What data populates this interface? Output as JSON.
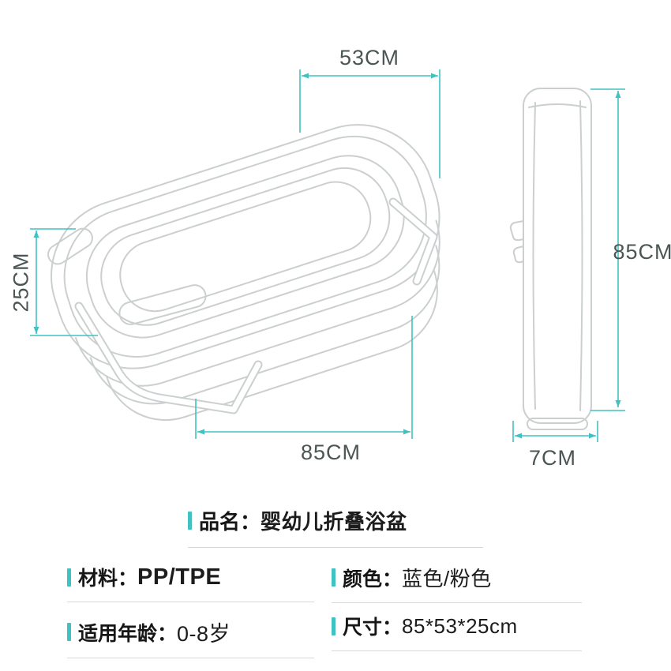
{
  "accent_color": "#41c2c2",
  "line_art_color": "#cbcfd0",
  "dimensions": {
    "top_width": "53CM",
    "rim_height": "25CM",
    "length": "85CM",
    "folded_height": "85CM",
    "folded_thickness": "7CM"
  },
  "product_info": {
    "name": {
      "label": "品名：",
      "value": "婴幼儿折叠浴盆"
    },
    "material": {
      "label": "材料：",
      "value": "PP/TPE"
    },
    "color": {
      "label": "颜色：",
      "value": "蓝色/粉色"
    },
    "age": {
      "label": "适用年龄：",
      "value": "0-8岁"
    },
    "size": {
      "label": "尺寸：",
      "value": "85*53*25cm"
    }
  }
}
